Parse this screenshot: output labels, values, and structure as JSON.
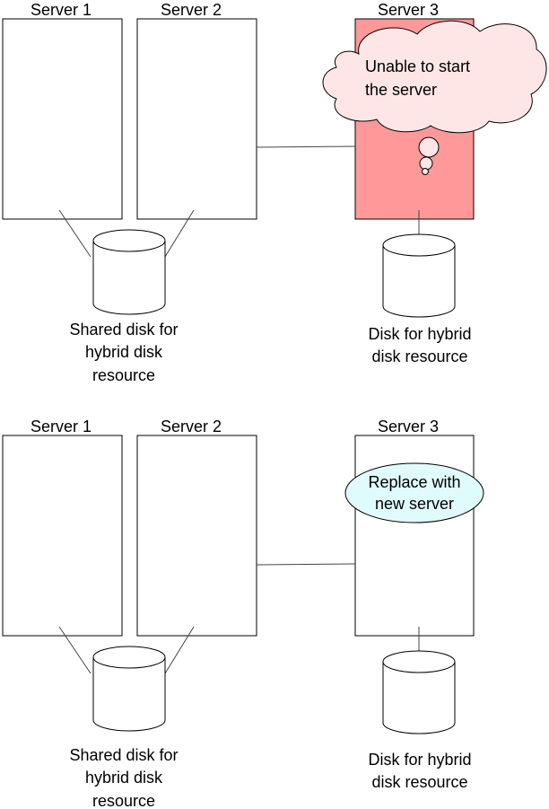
{
  "colors": {
    "failed_server_fill": "#ff9999",
    "cloud_fill": "#ffe6e6",
    "callout_fill": "#e0fbfb",
    "stroke": "#000000"
  },
  "top": {
    "server1_label": "Server 1",
    "server2_label": "Server 2",
    "server3_label": "Server 3",
    "thought_line1": "Unable  to start",
    "thought_line2": "the server",
    "shared_disk_line1": "Shared disk for",
    "shared_disk_line2": "hybrid disk",
    "shared_disk_line3": "resource",
    "local_disk_line1": "Disk for hybrid",
    "local_disk_line2": "disk resource"
  },
  "bottom": {
    "server1_label": "Server 1",
    "server2_label": "Server 2",
    "server3_label": "Server 3",
    "callout_line1": "Replace with",
    "callout_line2": "new server",
    "shared_disk_line1": "Shared disk for",
    "shared_disk_line2": "hybrid disk",
    "shared_disk_line3": "resource",
    "local_disk_line1": "Disk for hybrid",
    "local_disk_line2": "disk resource"
  }
}
